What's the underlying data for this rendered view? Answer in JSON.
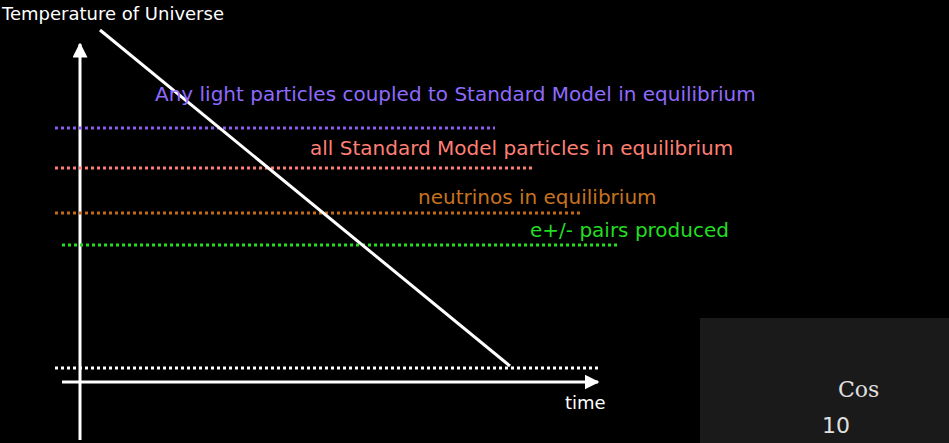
{
  "diagram": {
    "labels": [
      "Temperature of Universe",
      "Any light particles coupled to Standard Model in equilibrium",
      "all Standard Model particles in equilibrium",
      "neutrinos in equilibrium",
      "e+/- pairs produced",
      "time",
      "Cos",
      "10"
    ]
  }
}
